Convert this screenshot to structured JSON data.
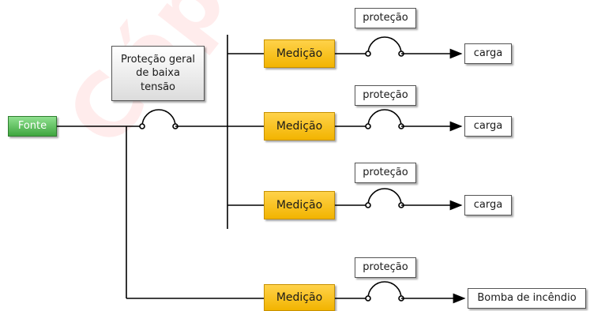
{
  "watermark": "Cópia não controlada",
  "nodes": {
    "fonte": "Fonte",
    "main_protection": "Proteção geral de baixa tensão",
    "measurement": "Medição",
    "protection": "proteção",
    "load": "carga",
    "fire_pump": "Bomba de incêndio"
  },
  "colors": {
    "fonte": "#4caf50",
    "medicao": "#ffc000",
    "line": "#000000"
  }
}
